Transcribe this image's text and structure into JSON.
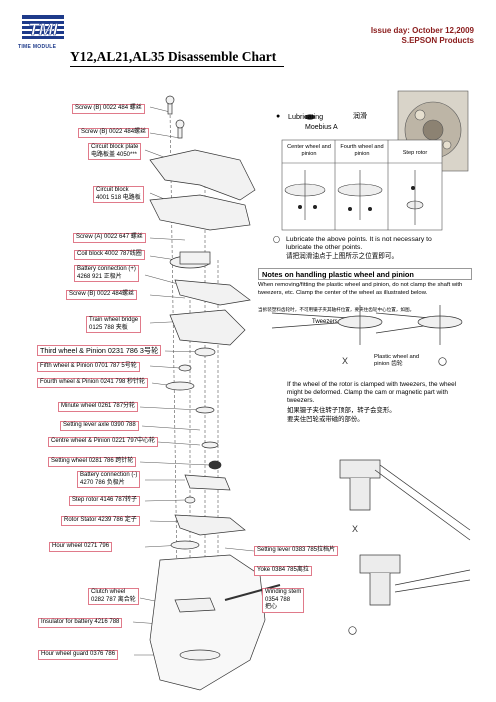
{
  "header": {
    "logo_text": "TMI",
    "logo_sub": "TIME MODULE",
    "issue_line": "Issue day: October 12,2009",
    "company_line": "S.EPSON Products",
    "title": "Y12,AL21,AL35  Disassemble Chart"
  },
  "parts": [
    {
      "id": "screw-b-1",
      "label": "Screw (B)  0022 484 螺丝"
    },
    {
      "id": "screw-b-2",
      "label": "Screw (B)  0022 484螺丝"
    },
    {
      "id": "circuit-block-plate",
      "line1": "Circuit block plate",
      "line2": "电路板盖 4050***"
    },
    {
      "id": "circuit-block",
      "line1": "Circuit block",
      "line2": "4001 518  电路板"
    },
    {
      "id": "screw-a",
      "label": "Screw (A) 0022 647 螺丝"
    },
    {
      "id": "coil-block",
      "label": "Coil block  4002 787线圈"
    },
    {
      "id": "battery-conn-plus",
      "line1": "Battery connection (+)",
      "line2": "4268 921  正极片"
    },
    {
      "id": "screw-b-3",
      "label": "Screw (B)  0022 484螺丝"
    },
    {
      "id": "train-wheel-bridge",
      "line1": "Train wheel bridge",
      "line2": "0125 788 夹板"
    },
    {
      "id": "third-wheel",
      "label": "Third wheel & Pinion  0231 786  3号轮"
    },
    {
      "id": "fifth-wheel",
      "label": "Fifth wheel & Pinion  0701 787  5号轮"
    },
    {
      "id": "fourth-wheel",
      "label": "Fourth wheel & Pinion 0241 798 秒针轮"
    },
    {
      "id": "minute-wheel",
      "label": "Minute wheel  0261 787分轮"
    },
    {
      "id": "setting-lever-axle",
      "label": "Setting lever axle 0390 788"
    },
    {
      "id": "centre-wheel",
      "label": "Centre wheel & Pinion  0221 797中心轮"
    },
    {
      "id": "setting-wheel",
      "label": "Setting wheel  0281 786 跨针轮"
    },
    {
      "id": "battery-conn-minus",
      "line1": "Battery connection (-)",
      "line2": "4270 786  负极片"
    },
    {
      "id": "step-rotor",
      "label": "Step rotor  4146 787转子"
    },
    {
      "id": "rotor-stator",
      "label": "Rotor Stator  4239 786 定子"
    },
    {
      "id": "hour-wheel",
      "label": "Hour wheel 0271 796"
    },
    {
      "id": "setting-lever",
      "label": "Setting lever  0383 785拉档片"
    },
    {
      "id": "yoke",
      "label": "Yoke  0384 785离拉"
    },
    {
      "id": "clutch-wheel",
      "line1": "Clutch wheel",
      "line2": "0282 787   离合轮"
    },
    {
      "id": "winding-stem",
      "line1": "Winding stem",
      "line2": "0354 788",
      "line3": "把心"
    },
    {
      "id": "insulator",
      "label": "Insulator for battery 4216 788"
    },
    {
      "id": "hour-wheel-guard",
      "label": "Hour wheel guard  0376 786"
    }
  ],
  "legend": {
    "lubricating": "Lubricating",
    "lubricating_cn": "润滑",
    "oil": "Moebius A",
    "col1": "Center wheel and pinion",
    "col2": "Fourth wheel and pinion",
    "col3": "Step rotor",
    "note1": "Lubricate the above points. It is not necessary to lubricate the other points.",
    "note1_cn": "请把润滑油点于上图所示之位置即可。"
  },
  "notes": {
    "heading": "Notes on handling plastic wheel and pinion",
    "body": "When removing/fitting the plastic wheel and pinion, do not clamp the shaft with tweezers, etc. Clamp the center of the wheel as illustrated below.",
    "body_cn": "当拆装塑料齿轮时，不可用镊子夹其轴杆位置，要夹住齿轮中心位置，如图。",
    "tweezers": "Tweezers",
    "plastic_wheel": "Plastic wheel and pinion 齿轮",
    "warning": "If the wheel of the rotor is clamped with tweezers, the wheel might be deformed. Clamp the cam or magnetic part with tweezers.",
    "warning_cn1": "如果镊子夹住转子顶部，转子会变形。",
    "warning_cn2": "要夹住凹轮或带磁的部份。",
    "mark_x": "X",
    "mark_o": "〇"
  }
}
